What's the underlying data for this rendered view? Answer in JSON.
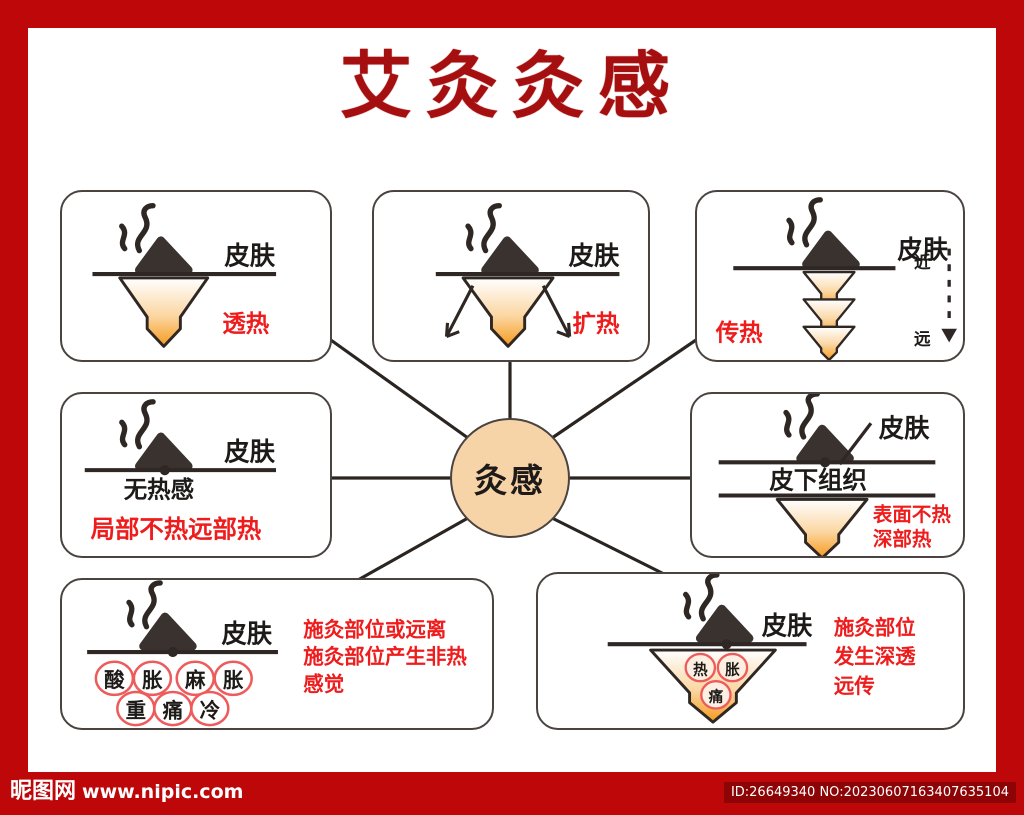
{
  "page": {
    "title": "艾灸灸感",
    "border_color": "#bd0709",
    "background": "#ffffff"
  },
  "hub": {
    "label": "灸感",
    "fill": "#f7d3a8",
    "stroke": "#4a4340"
  },
  "nodes": [
    {
      "id": "tou-re",
      "position": "top-left",
      "skin_label": "皮肤",
      "keyword": "透热",
      "keyword_color": "#ee1c1c"
    },
    {
      "id": "kuo-re",
      "position": "top-center",
      "skin_label": "皮肤",
      "keyword": "扩热",
      "keyword_color": "#ee1c1c"
    },
    {
      "id": "chuan-re",
      "position": "top-right",
      "skin_label": "皮肤",
      "keyword": "传热",
      "keyword_color": "#ee1c1c",
      "near_label": "近",
      "far_label": "远"
    },
    {
      "id": "wu-re-gan",
      "position": "middle-left",
      "skin_label": "皮肤",
      "sub_label": "无热感",
      "keyword": "局部不热远部热",
      "keyword_color": "#ee1c1c"
    },
    {
      "id": "shen-bu-re",
      "position": "middle-right",
      "skin_label": "皮肤",
      "tissue_label": "皮下组织",
      "keyword_lines": [
        "表面不热",
        "深部热"
      ],
      "keyword_color": "#ee1c1c"
    },
    {
      "id": "fei-re-gan-jue",
      "position": "bottom-left",
      "skin_label": "皮肤",
      "sensation_row1": [
        "酸",
        "胀",
        "麻",
        "胀"
      ],
      "sensation_row2": [
        "重",
        "痛",
        "冷"
      ],
      "keyword_lines": [
        "施灸部位或远离",
        "施灸部位产生非热",
        "感觉"
      ],
      "keyword_color": "#ee1c1c"
    },
    {
      "id": "shen-tou-yuan-chuan",
      "position": "bottom-right",
      "skin_label": "皮肤",
      "sensation_row1": [
        "热",
        "胀"
      ],
      "sensation_row2": [
        "痛"
      ],
      "keyword_lines": [
        "施灸部位",
        "发生深透",
        "远传"
      ],
      "keyword_color": "#ee1c1c"
    }
  ],
  "footer": {
    "brand_cn": "昵图网",
    "brand_url": "www.nipic.com",
    "id_text": "ID:26649340 NO:20230607163407635104",
    "bar_color": "#bd0709",
    "id_box_color": "#8d0406"
  }
}
